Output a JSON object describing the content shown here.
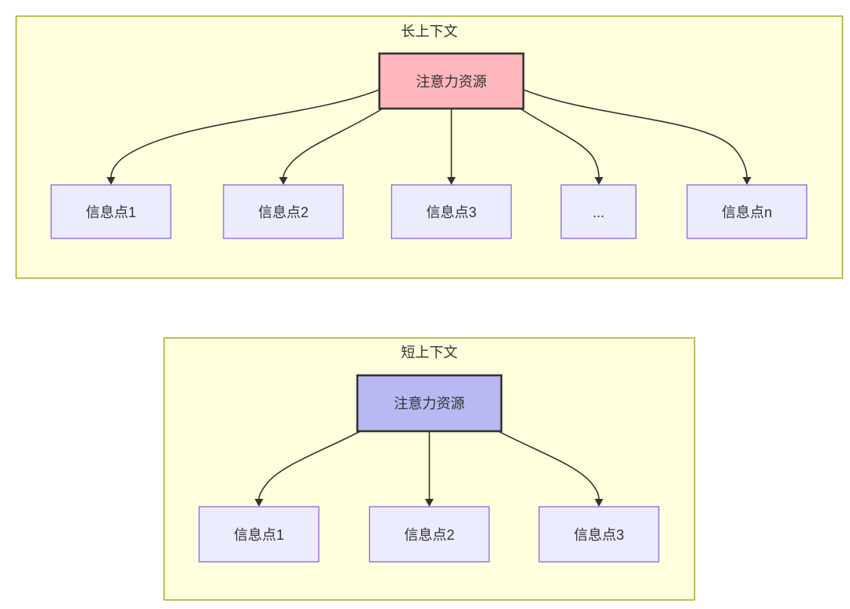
{
  "diagram": {
    "type": "flowchart-comparison",
    "top_cluster": {
      "title": "长上下文",
      "root_label": "注意力资源",
      "children": [
        "信息点1",
        "信息点2",
        "信息点3",
        "...",
        "信息点n"
      ]
    },
    "bottom_cluster": {
      "title": "短上下文",
      "root_label": "注意力资源",
      "children": [
        "信息点1",
        "信息点2",
        "信息点3"
      ]
    },
    "colors": {
      "cluster_fill": "#ffffde",
      "cluster_border": "#aaaa33",
      "root_long_fill": "#ffb6bd",
      "root_short_fill": "#b8b8f2",
      "root_border": "#333333",
      "info_fill": "#ececff",
      "info_border": "#9370db",
      "edge_color": "#333333",
      "text_color": "#333333",
      "page_background": "#ffffff"
    }
  }
}
